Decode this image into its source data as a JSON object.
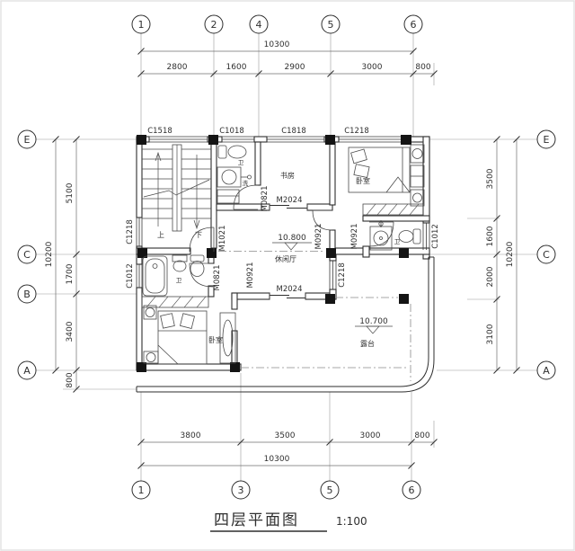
{
  "title": {
    "text": "四层平面图",
    "scale": "1:100"
  },
  "colors": {
    "wall": "#2e2e2e",
    "dimension_line": "#6f6f6f",
    "column": "#141414",
    "background": "#ffffff"
  },
  "axes": {
    "top": [
      {
        "label": "1"
      },
      {
        "label": "2"
      },
      {
        "label": "4"
      },
      {
        "label": "5"
      },
      {
        "label": "6"
      }
    ],
    "bottom": [
      {
        "label": "1"
      },
      {
        "label": "3"
      },
      {
        "label": "5"
      },
      {
        "label": "6"
      }
    ],
    "left": [
      {
        "label": "E"
      },
      {
        "label": "C"
      },
      {
        "label": "B"
      },
      {
        "label": "A"
      }
    ],
    "right": [
      {
        "label": "E"
      },
      {
        "label": "C"
      },
      {
        "label": "A"
      }
    ]
  },
  "dimensions": {
    "top": {
      "total": "10300",
      "segments": [
        "2800",
        "1600",
        "2900",
        "3000",
        "800"
      ]
    },
    "bottom": {
      "total": "10300",
      "segments": [
        "3800",
        "3500",
        "3000",
        "800"
      ]
    },
    "left": {
      "total": "10200",
      "segments": [
        "5100",
        "1700",
        "3400",
        "800"
      ]
    },
    "right": {
      "total": "10200",
      "segments": [
        "3500",
        "1600",
        "2000",
        "3100"
      ]
    }
  },
  "rooms": {
    "study": "书房",
    "bedroom_ne": "卧室",
    "bedroom_sw": "卧室",
    "lounge": "休闲厅",
    "terrace": "露台",
    "stair_up": "上",
    "stair_down": "下",
    "bath": "卫",
    "wash": "洗"
  },
  "levels": {
    "lounge": "10.800",
    "terrace": "10.700"
  },
  "windows": {
    "c1518": "C1518",
    "c1018": "C1018",
    "c1818": "C1818",
    "c1218_top": "C1218",
    "c1218_left": "C1218",
    "c1012_left": "C1012",
    "c1012_right": "C1012",
    "c1218_mid": "C1218"
  },
  "doors": {
    "m2024_study": "M2024",
    "m2024_terrace": "M2024",
    "m1021": "M1021",
    "m0821_top": "M0821",
    "m0821_sw": "M0821",
    "m0921_hall": "M0921",
    "m0921_bath": "M0921",
    "m0921_bedroom": "M0921"
  }
}
